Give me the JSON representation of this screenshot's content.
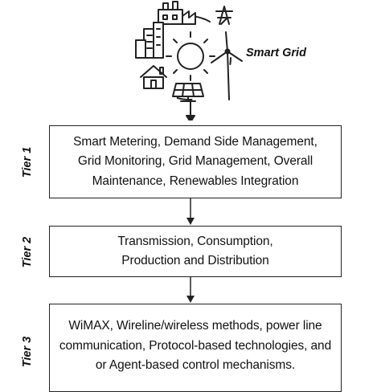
{
  "title": "Smart Grid",
  "tiers": [
    {
      "label": "Tier 1",
      "lines": [
        "Smart Metering, Demand Side Management,",
        "Grid Monitoring, Grid Management, Overall",
        "Maintenance, Renewables Integration"
      ]
    },
    {
      "label": "Tier 2",
      "lines": [
        "Transmission, Consumption,",
        "Production and Distribution"
      ]
    },
    {
      "label": "Tier 3",
      "lines": [
        "WiMAX, Wireline/wireless methods, power line",
        "communication, Protocol-based technologies, and",
        "or Agent-based control mechanisms."
      ]
    }
  ],
  "icons": [
    "factory-icon",
    "city-buildings-icon",
    "sun-icon",
    "house-icon",
    "solar-panel-icon",
    "wind-turbine-icon"
  ]
}
